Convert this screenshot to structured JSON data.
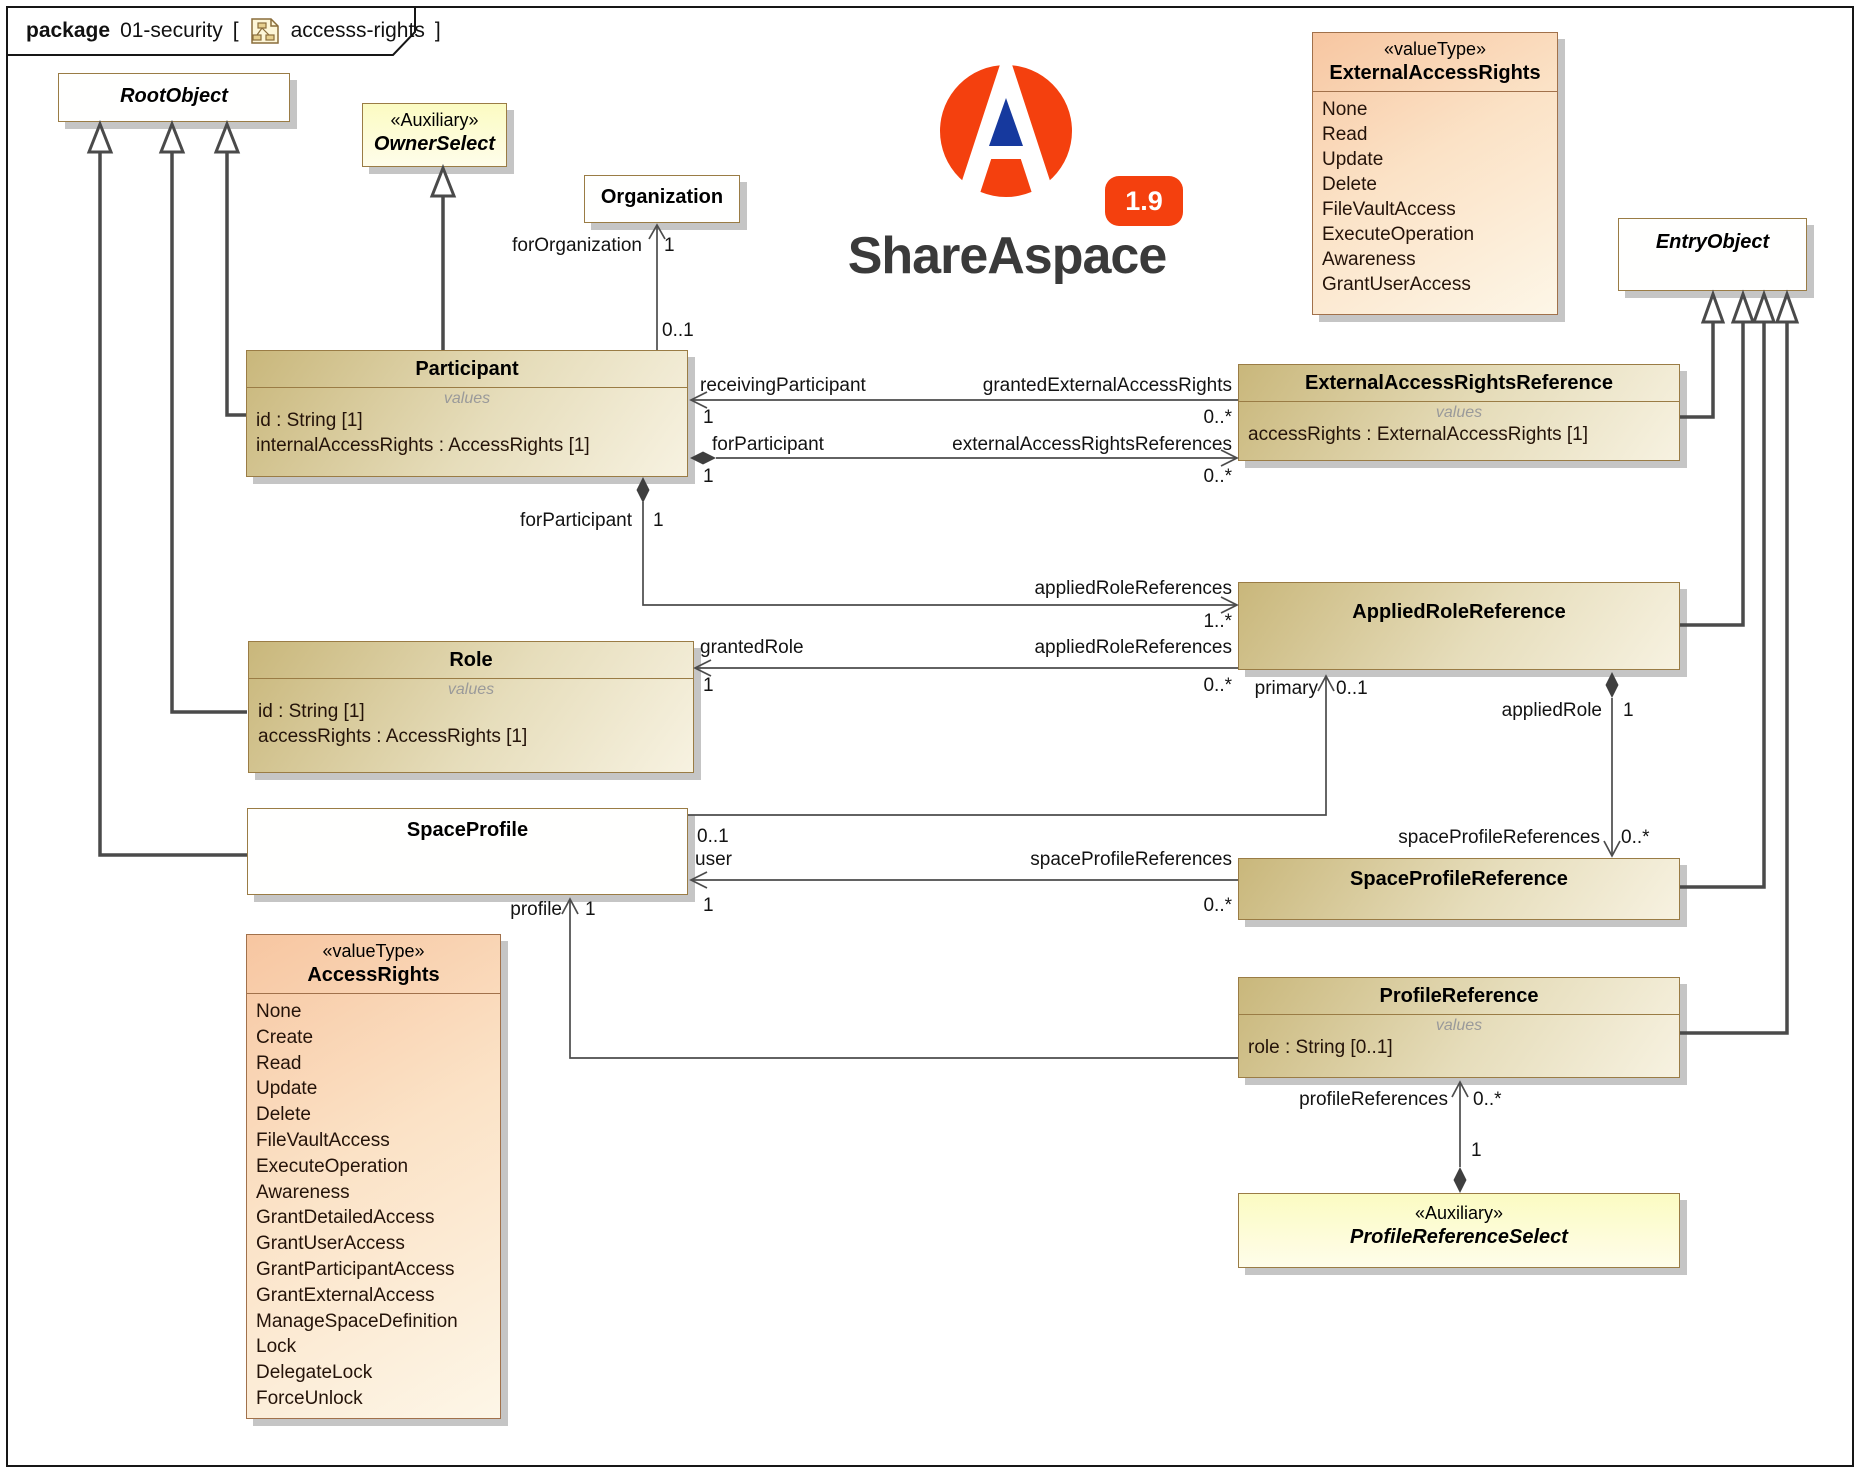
{
  "package": {
    "keyword": "package",
    "name": "01-security",
    "open": "[",
    "diagram": "accesss-rights",
    "close": "]"
  },
  "logo": {
    "brand": "ShareAspace",
    "version": "1.9"
  },
  "colors": {
    "brand_orange": "#f4400e",
    "brand_blue": "#16399e",
    "wordmark_gray": "#3a3a3a",
    "box_border": "#9a7c45",
    "tan_fill": "#c9b77b",
    "peach_fill": "#f7c6a1",
    "pale_yellow_fill": "#fbfbc2"
  },
  "classes": {
    "rootObject": {
      "title": "RootObject"
    },
    "ownerSelect": {
      "stereotype": "«Auxiliary»",
      "title": "OwnerSelect"
    },
    "organization": {
      "title": "Organization"
    },
    "entryObject": {
      "title": "EntryObject"
    },
    "participant": {
      "title": "Participant",
      "section": "values",
      "attributes": [
        "id : String [1]",
        "internalAccessRights : AccessRights [1]"
      ]
    },
    "externalAccessRightsReference": {
      "title": "ExternalAccessRightsReference",
      "section": "values",
      "attributes": [
        "accessRights : ExternalAccessRights [1]"
      ]
    },
    "appliedRoleReference": {
      "title": "AppliedRoleReference"
    },
    "role": {
      "title": "Role",
      "section": "values",
      "attributes": [
        "id : String [1]",
        "accessRights : AccessRights [1]"
      ]
    },
    "spaceProfile": {
      "title": "SpaceProfile"
    },
    "spaceProfileReference": {
      "title": "SpaceProfileReference"
    },
    "profileReference": {
      "title": "ProfileReference",
      "section": "values",
      "attributes": [
        "role : String [0..1]"
      ]
    },
    "profileReferenceSelect": {
      "stereotype": "«Auxiliary»",
      "title": "ProfileReferenceSelect"
    },
    "externalAccessRights": {
      "stereotype": "«valueType»",
      "title": "ExternalAccessRights",
      "literals": [
        "None",
        "Read",
        "Update",
        "Delete",
        "FileVaultAccess",
        "ExecuteOperation",
        "Awareness",
        "GrantUserAccess"
      ]
    },
    "accessRights": {
      "stereotype": "«valueType»",
      "title": "AccessRights",
      "literals": [
        "None",
        "Create",
        "Read",
        "Update",
        "Delete",
        "FileVaultAccess",
        "ExecuteOperation",
        "Awareness",
        "GrantDetailedAccess",
        "GrantUserAccess",
        "GrantParticipantAccess",
        "GrantExternalAccess",
        "ManageSpaceDefinition",
        "Lock",
        "DelegateLock",
        "ForceUnlock"
      ]
    }
  },
  "assoc": {
    "forOrganization": {
      "name": "forOrganization",
      "mult_organization": "1",
      "mult_participant": "0..1"
    },
    "grantedExternalAccessRights": {
      "role_participant": "receivingParticipant",
      "role_reference": "grantedExternalAccessRights",
      "mult_participant": "1",
      "mult_reference": "0..*"
    },
    "externalAccessRightsReferences": {
      "role_participant": "forParticipant",
      "role_reference": "externalAccessRightsReferences",
      "mult_participant": "1",
      "mult_reference": "0..*"
    },
    "appliedRoleReferences_participant": {
      "role_participant": "forParticipant",
      "mult_participant": "1",
      "role_reference": "appliedRoleReferences",
      "mult_reference": "1..*"
    },
    "grantedRole": {
      "role_role": "grantedRole",
      "mult_role": "1",
      "role_reference": "appliedRoleReferences",
      "mult_reference": "0..*"
    },
    "primary": {
      "role": "primary",
      "mult_applied": "0..1",
      "mult_spaceprofile": "0..1"
    },
    "appliedRole": {
      "role_applied": "appliedRole",
      "mult_applied": "1",
      "role_spr": "spaceProfileReferences",
      "mult_spr": "0..*"
    },
    "user": {
      "role_user": "user",
      "mult_user": "1",
      "role_spr": "spaceProfileReferences",
      "mult_spr": "0..*"
    },
    "profile": {
      "role": "profile",
      "mult": "1"
    },
    "profileReferences": {
      "role": "profileReferences",
      "mult": "0..*",
      "mult_select": "1"
    }
  }
}
